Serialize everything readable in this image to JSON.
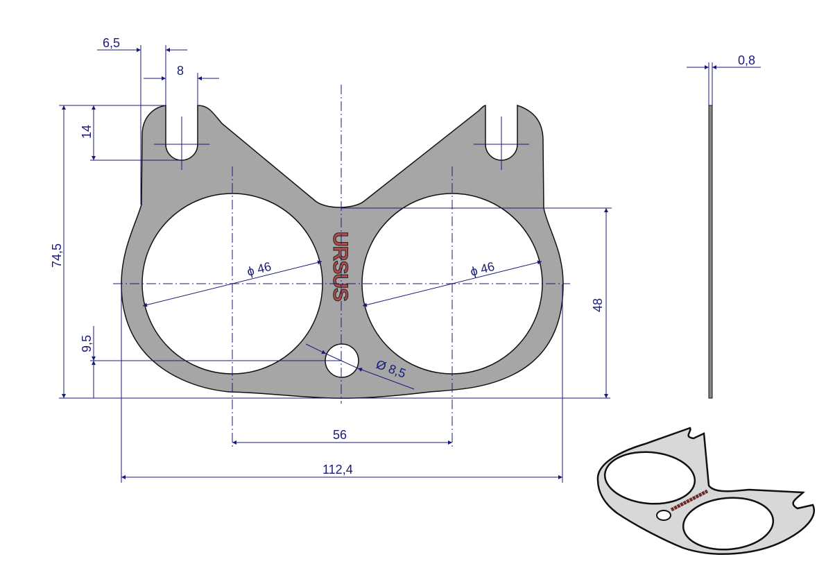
{
  "drawing": {
    "logo_text": "URSUS",
    "dimensions": {
      "slot_offset": "6,5",
      "slot_width": "8",
      "slot_depth": "14",
      "overall_height": "74,5",
      "small_hole_height": "9,5",
      "large_hole_diameter_left": "ϕ 46",
      "large_hole_diameter_right": "ϕ 46",
      "small_hole_diameter": "Ø 8,5",
      "center_distance": "56",
      "overall_width": "112,4",
      "hole_band_height": "48",
      "thickness": "0,8"
    },
    "colors": {
      "part": "#a6a6a6",
      "dimension": "#1a1a7a",
      "logo": "#b24a4a"
    }
  }
}
